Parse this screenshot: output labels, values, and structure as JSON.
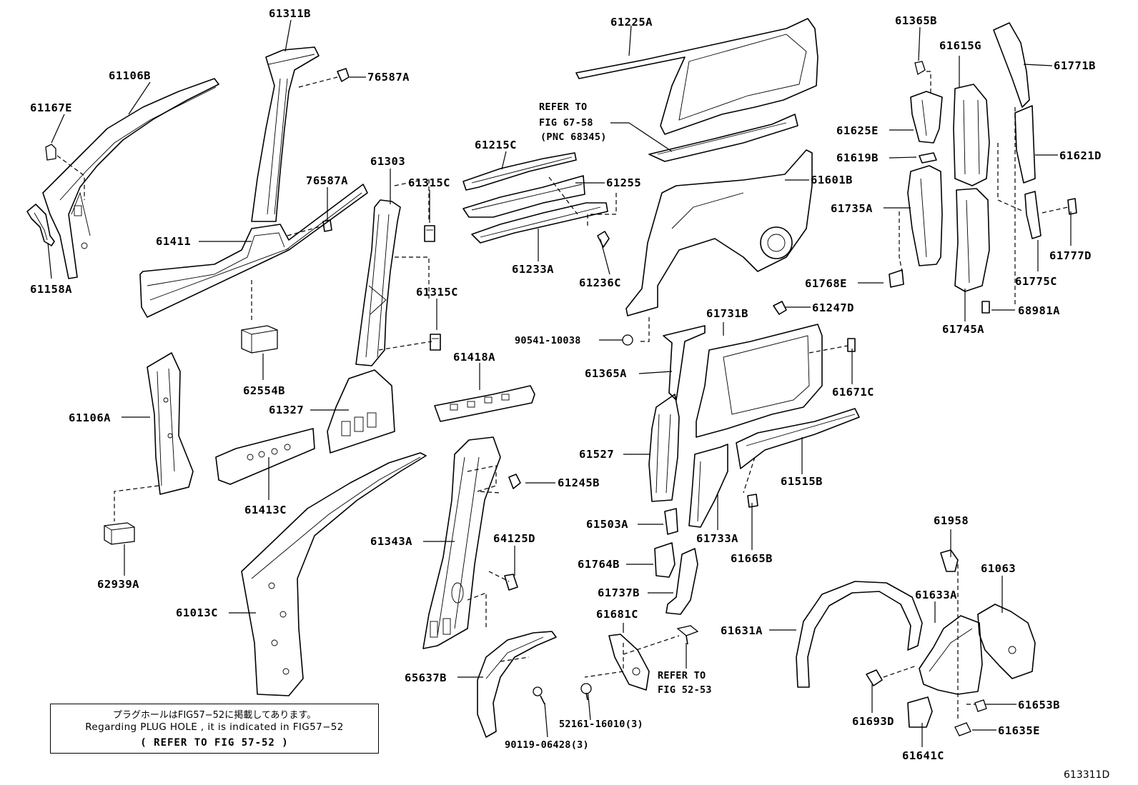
{
  "labels": {
    "l61311B": "61311B",
    "l76587A_1": "76587A",
    "l61106B": "61106B",
    "l61167E": "61167E",
    "l61158A": "61158A",
    "l76587A_2": "76587A",
    "l61411": "61411",
    "l61303": "61303",
    "l61315C_1": "61315C",
    "l61315C_2": "61315C",
    "l62554B": "62554B",
    "l61327": "61327",
    "l61106A": "61106A",
    "l61413C": "61413C",
    "l62939A": "62939A",
    "l61013C": "61013C",
    "l61225A": "61225A",
    "l61215C": "61215C",
    "l61255": "61255",
    "l61233A": "61233A",
    "l61236C": "61236C",
    "l61418A": "61418A",
    "l61245B": "61245B",
    "l61343A": "61343A",
    "l64125D": "64125D",
    "l65637B": "65637B",
    "l90119": "90119-06428(3)",
    "l52161": "52161-16010(3)",
    "l61681C": "61681C",
    "l61601B": "61601B",
    "l90541": "90541-10038",
    "l61365A": "61365A",
    "l61731B": "61731B",
    "l61247D": "61247D",
    "l61671C": "61671C",
    "l61527": "61527",
    "l61515B": "61515B",
    "l61503A": "61503A",
    "l61733A": "61733A",
    "l61665B": "61665B",
    "l61764B": "61764B",
    "l61737B": "61737B",
    "l61365B": "61365B",
    "l61615G": "61615G",
    "l61771B": "61771B",
    "l61625E": "61625E",
    "l61619B": "61619B",
    "l61621D": "61621D",
    "l61735A": "61735A",
    "l61768E": "61768E",
    "l61777D": "61777D",
    "l61775C": "61775C",
    "l68981A": "68981A",
    "l61745A": "61745A",
    "l61958": "61958",
    "l61063": "61063",
    "l61633A": "61633A",
    "l61631A": "61631A",
    "l61693D": "61693D",
    "l61653B": "61653B",
    "l61635E": "61635E",
    "l61641C": "61641C"
  },
  "refer_note_1": {
    "line1": "REFER TO",
    "line2": "FIG 67-58",
    "line3": "(PNC 68345)"
  },
  "refer_note_2": {
    "line1": "REFER TO",
    "line2": "FIG 52-53"
  },
  "note_box": {
    "jp": "プラグホールはFIG57−52に掲載してあります。",
    "en": "Regarding PLUG HOLE , it is indicated in FIG57−52",
    "ref": "(  REFER TO FIG 57-52  )"
  },
  "diagram_code": "613311D"
}
